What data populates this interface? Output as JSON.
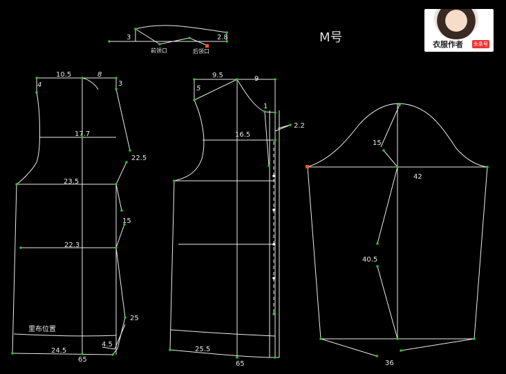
{
  "title": "M号",
  "author": {
    "name": "衣服作者",
    "badge": "头条号"
  },
  "collar": {
    "label_3": "3",
    "label_28": "2.8",
    "front_neck": "前领口",
    "back_neck": "后领口"
  },
  "back": {
    "l_105": "10.5",
    "l_8": "8",
    "l_4": "4",
    "l_3": "3",
    "l_177": "17.7",
    "l_225": "22.5",
    "l_235": "23.5",
    "l_15": "15",
    "l_223": "22.3",
    "l_25": "25",
    "l_lining": "里布位置",
    "l_45": "4.5",
    "l_245": "24.5",
    "l_65": "65"
  },
  "front": {
    "l_95": "9.5",
    "l_9": "9",
    "l_5": "5",
    "l_1": "1",
    "l_22": "2.2",
    "l_165": "16.5",
    "l_255": "25.5",
    "l_65": "65"
  },
  "sleeve": {
    "l_15": "15",
    "l_42": "42",
    "l_405": "40.5",
    "l_36": "36"
  }
}
